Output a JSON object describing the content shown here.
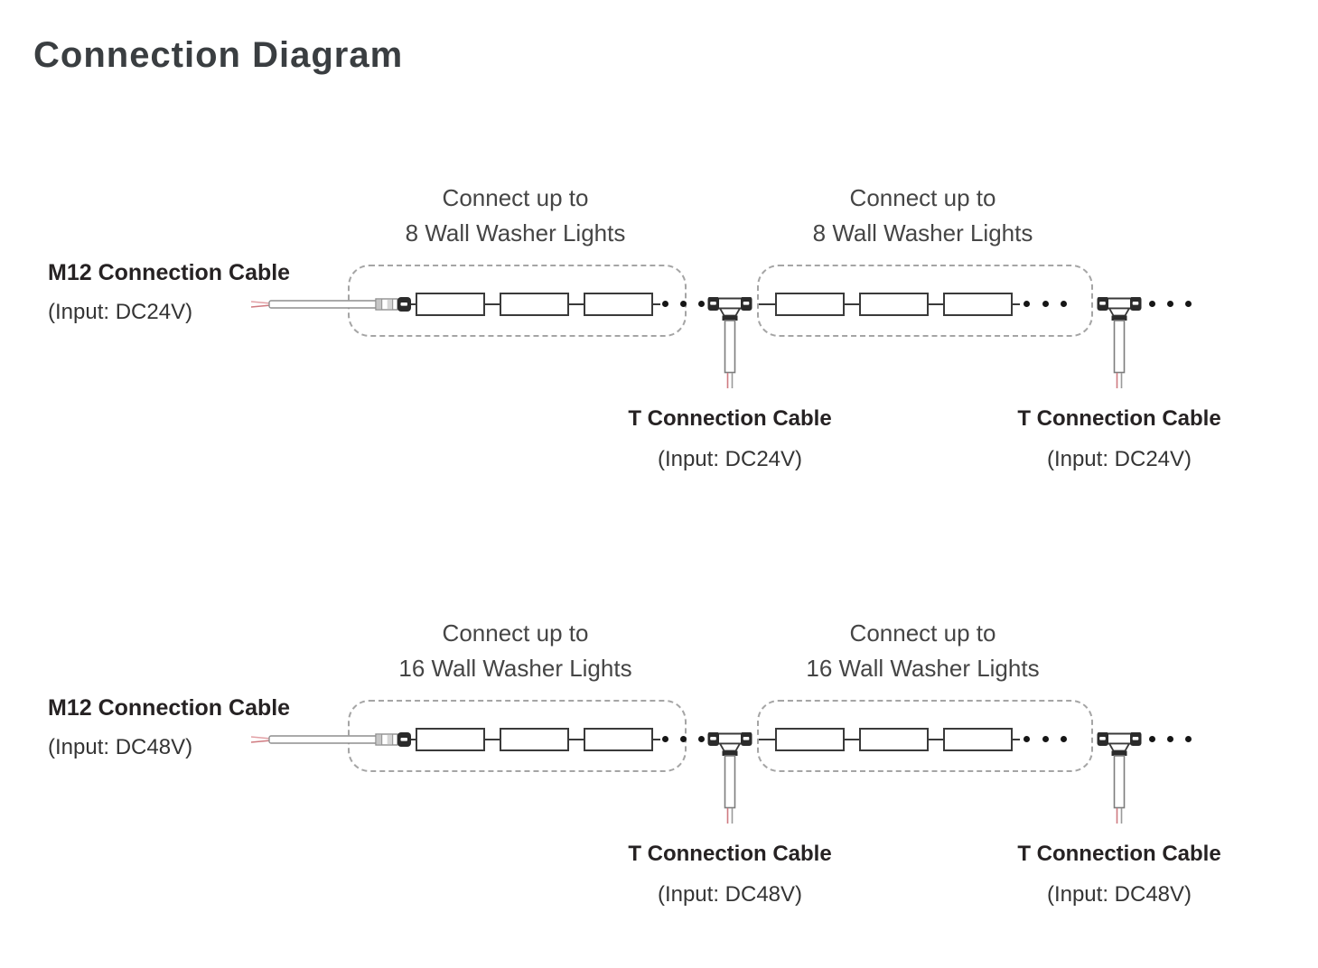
{
  "title": "Connection Diagram",
  "colors": {
    "title_text": "#3a3e41",
    "label_text": "#262223",
    "caption_text": "#454545",
    "diagram_outline": "#3a3a3a",
    "connector_dark": "#2b2b2b",
    "dashed_border": "#a5a5a5",
    "cable_outline": "#8e8e8e",
    "wire_red": "#cf7a80",
    "wire_pink": "#e2a0a5"
  },
  "rows": [
    {
      "m12": {
        "label": "M12 Connection Cable",
        "input": "(Input: DC24V)"
      },
      "groups": [
        {
          "caption_line1": "Connect up to",
          "caption_line2": "8 Wall Washer Lights"
        },
        {
          "caption_line1": "Connect up to",
          "caption_line2": "8 Wall Washer Lights"
        }
      ],
      "t_cables": [
        {
          "label": "T Connection Cable",
          "input": "(Input: DC24V)"
        },
        {
          "label": "T Connection Cable",
          "input": "(Input: DC24V)"
        }
      ]
    },
    {
      "m12": {
        "label": "M12 Connection Cable",
        "input": "(Input: DC48V)"
      },
      "groups": [
        {
          "caption_line1": "Connect up to",
          "caption_line2": "16 Wall Washer Lights"
        },
        {
          "caption_line1": "Connect up to",
          "caption_line2": "16 Wall Washer Lights"
        }
      ],
      "t_cables": [
        {
          "label": "T Connection Cable",
          "input": "(Input: DC48V)"
        },
        {
          "label": "T Connection Cable",
          "input": "(Input: DC48V)"
        }
      ]
    }
  ]
}
